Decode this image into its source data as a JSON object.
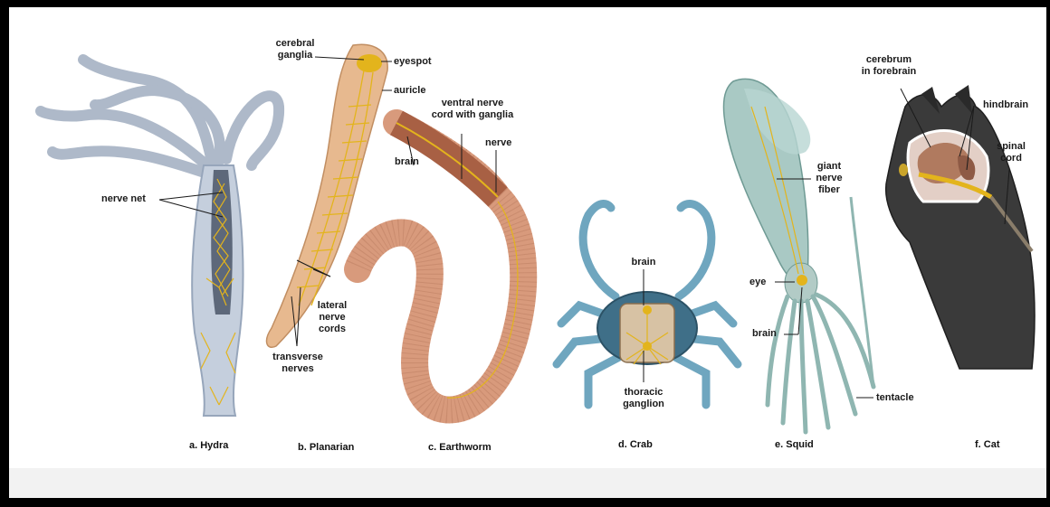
{
  "panels": {
    "hydra": {
      "caption": "a.  Hydra",
      "labels": {
        "nerve_net": "nerve net"
      }
    },
    "planarian": {
      "caption": "b. Planarian",
      "labels": {
        "cerebral_ganglia": "cerebral\nganglia",
        "eyespot": "eyespot",
        "auricle": "auricle",
        "lateral_nerve_cords": "lateral\nnerve\ncords",
        "transverse_nerves": "transverse\nnerves"
      }
    },
    "earthworm": {
      "caption": "c. Earthworm",
      "labels": {
        "ventral_nerve_cord": "ventral nerve\ncord with ganglia",
        "brain": "brain",
        "nerve": "nerve"
      }
    },
    "crab": {
      "caption": "d. Crab",
      "labels": {
        "brain": "brain",
        "thoracic_ganglion": "thoracic\nganglion"
      }
    },
    "squid": {
      "caption": "e. Squid",
      "labels": {
        "giant_nerve_fiber": "giant\nnerve\nfiber",
        "eye": "eye",
        "brain": "brain",
        "tentacle": "tentacle"
      }
    },
    "cat": {
      "caption": "f. Cat",
      "labels": {
        "cerebrum": "cerebrum\nin forebrain",
        "hindbrain": "hindbrain",
        "spinal_cord": "spinal\ncord"
      }
    }
  },
  "colors": {
    "nerve": "#e3b41c",
    "hydra_body": "#b8c4d6",
    "planarian_body": "#e7b98f",
    "earthworm_body": "#d89a7c",
    "crab_shell": "#3f6f88",
    "crab_legs": "#6fa6bf",
    "squid_body": "#8fb6b1",
    "cat_fur": "#3a3a3a"
  }
}
